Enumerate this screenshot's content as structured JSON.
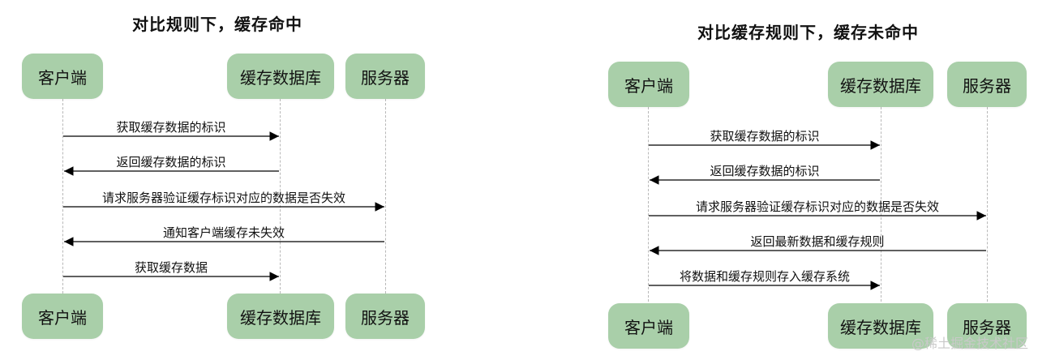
{
  "left": {
    "title": "对比规则下，缓存命中",
    "actors": {
      "client": "客户端",
      "cache_db": "缓存数据库",
      "server": "服务器"
    },
    "messages": [
      {
        "label": "获取缓存数据的标识",
        "from": "client",
        "to": "cache_db"
      },
      {
        "label": "返回缓存数据的标识",
        "from": "cache_db",
        "to": "client"
      },
      {
        "label": "请求服务器验证缓存标识对应的数据是否失效",
        "from": "client",
        "to": "server"
      },
      {
        "label": "通知客户端缓存未失效",
        "from": "server",
        "to": "client"
      },
      {
        "label": "获取缓存数据",
        "from": "client",
        "to": "cache_db"
      }
    ]
  },
  "right": {
    "title": "对比缓存规则下，缓存未命中",
    "actors": {
      "client": "客户端",
      "cache_db": "缓存数据库",
      "server": "服务器"
    },
    "messages": [
      {
        "label": "获取缓存数据的标识",
        "from": "client",
        "to": "cache_db"
      },
      {
        "label": "返回缓存数据的标识",
        "from": "cache_db",
        "to": "client"
      },
      {
        "label": "请求服务器验证缓存标识对应的数据是否失效",
        "from": "client",
        "to": "server"
      },
      {
        "label": "返回最新数据和缓存规则",
        "from": "server",
        "to": "client"
      },
      {
        "label": "将数据和缓存规则存入缓存系统",
        "from": "client",
        "to": "cache_db"
      }
    ]
  },
  "watermark": "@稀土掘金技术社区"
}
